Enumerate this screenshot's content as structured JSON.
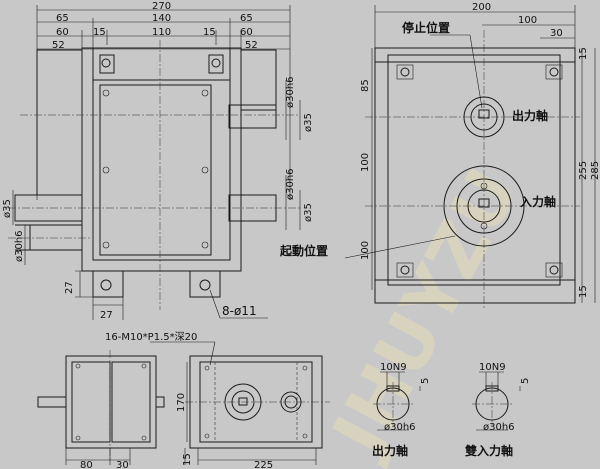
{
  "watermark": "JHUYZU",
  "front_view": {
    "dims_top": [
      "270",
      "65",
      "140",
      "65",
      "60",
      "15",
      "110",
      "15",
      "60",
      "52",
      "52"
    ],
    "dims_right": [
      "ø30h6",
      "ø35",
      "ø30h6",
      "ø35"
    ],
    "dims_left": [
      "ø35",
      "ø30h6"
    ],
    "dims_bottom": [
      "27",
      "27",
      "8-ø11"
    ]
  },
  "side_view": {
    "dims_top": [
      "200",
      "100",
      "30"
    ],
    "dims_left": [
      "85",
      "100",
      "100"
    ],
    "dims_right": [
      "15",
      "255",
      "285",
      "15"
    ],
    "label_stop": "停止位置",
    "label_output": "出力軸",
    "label_input": "入力軸",
    "label_start": "起動位置"
  },
  "bottom_view": {
    "callout": "16-M10*P1.5*深20",
    "dims": [
      "170",
      "80",
      "30",
      "15",
      "225"
    ]
  },
  "detail_output": {
    "dims": [
      "10N9",
      "5",
      "ø30h6"
    ],
    "caption": "出力軸"
  },
  "detail_input": {
    "dims": [
      "10N9",
      "5",
      "ø30h6"
    ],
    "caption": "雙入力軸"
  }
}
